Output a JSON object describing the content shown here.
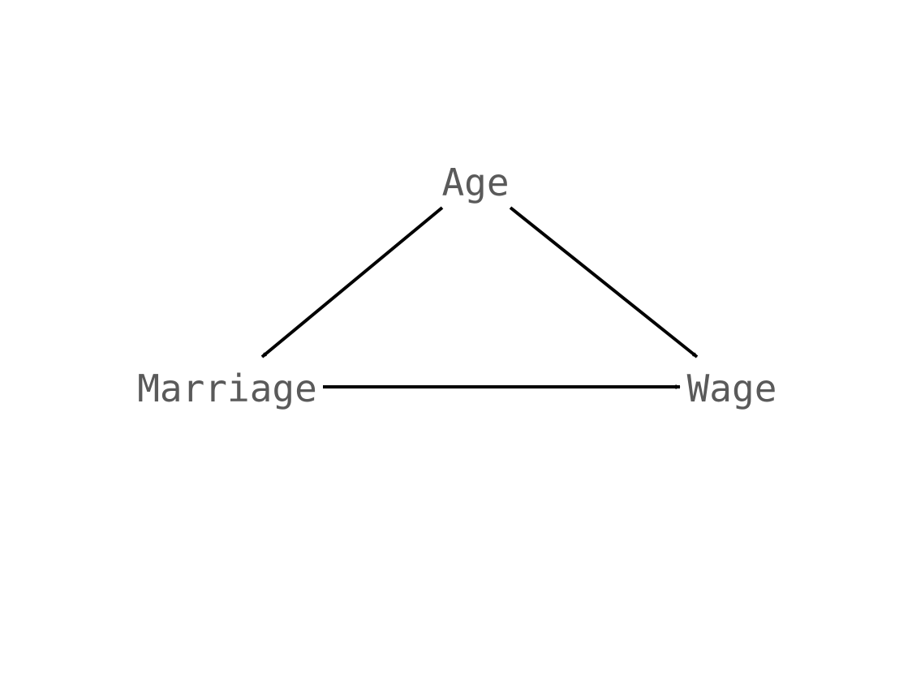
{
  "diagram": {
    "type": "directed-acyclic-graph",
    "nodes": [
      {
        "id": "age",
        "label": "Age"
      },
      {
        "id": "marriage",
        "label": "Marriage"
      },
      {
        "id": "wage",
        "label": "Wage"
      }
    ],
    "edges": [
      {
        "from": "age",
        "to": "marriage"
      },
      {
        "from": "age",
        "to": "wage"
      },
      {
        "from": "marriage",
        "to": "wage"
      }
    ],
    "colors": {
      "label": "#5a5a5a",
      "edge": "#000000",
      "background": "#ffffff"
    }
  }
}
